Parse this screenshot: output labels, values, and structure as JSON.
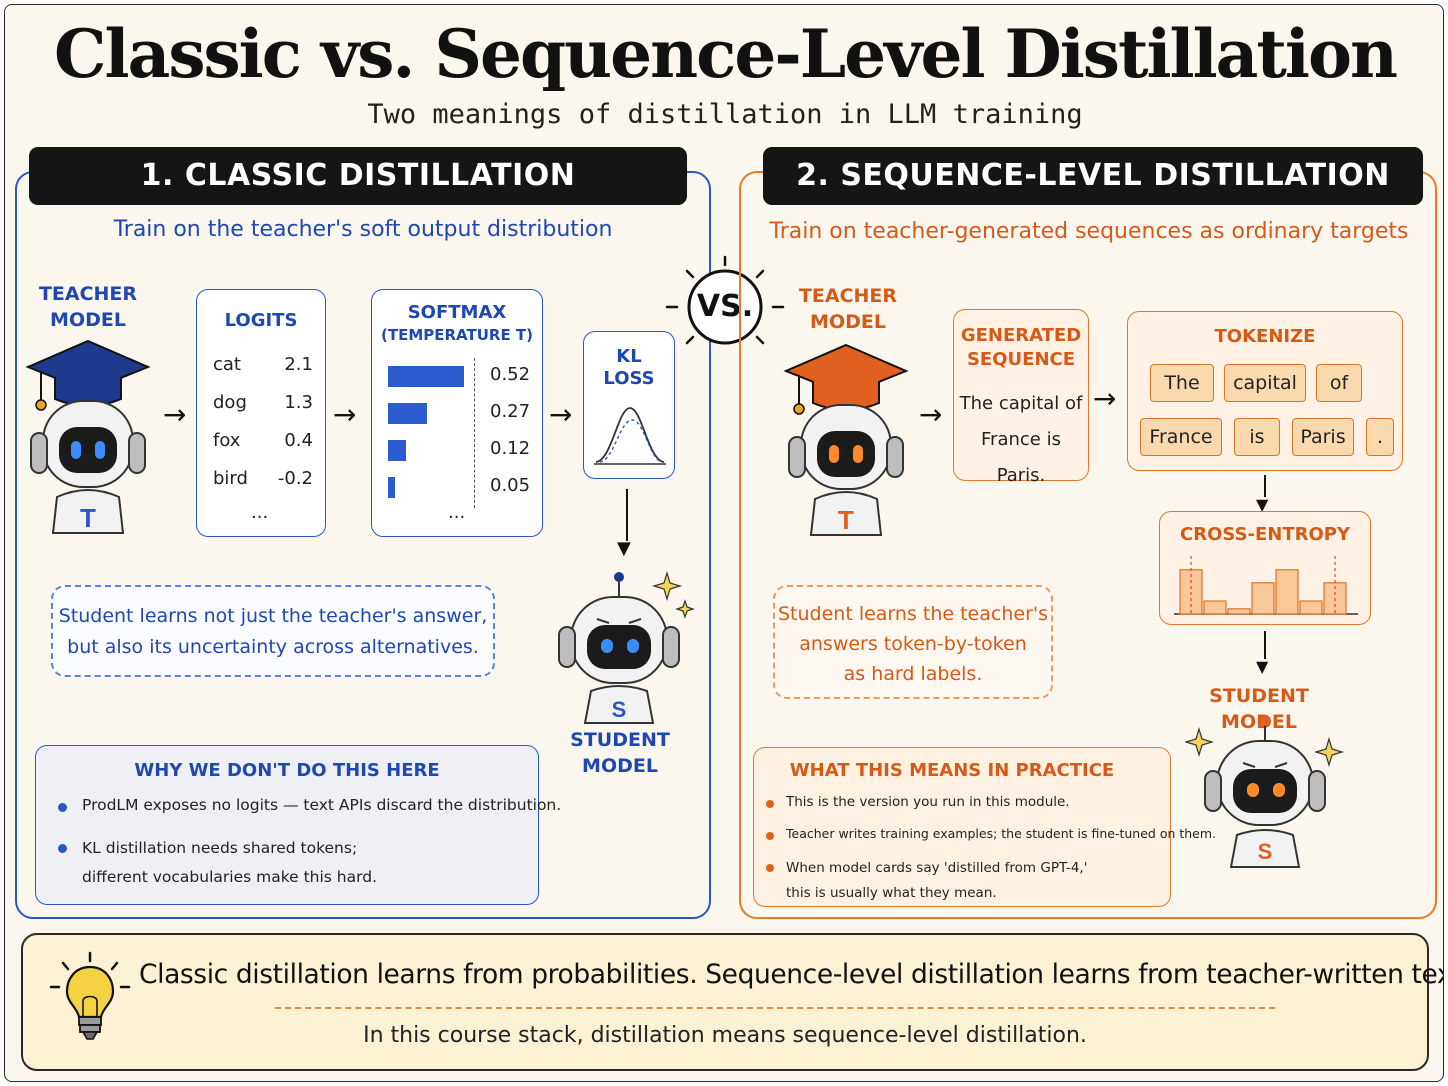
{
  "title": "Classic vs. Sequence-Level Distillation",
  "subtitle": "Two meanings of distillation in LLM training",
  "vs_label": "VS.",
  "colors": {
    "blue": "#2b55c9",
    "orange": "#ea7a2a",
    "dark": "#151515",
    "cream": "#fbf7ee"
  },
  "classic": {
    "banner": "1. CLASSIC DISTILLATION",
    "lead": "Train on the teacher's soft output distribution",
    "teacher_label": [
      "TEACHER",
      "MODEL"
    ],
    "teacher_badge": "T",
    "logits": {
      "header": "LOGITS",
      "rows": [
        {
          "token": "cat",
          "value": "2.1"
        },
        {
          "token": "dog",
          "value": "1.3"
        },
        {
          "token": "fox",
          "value": "0.4"
        },
        {
          "token": "bird",
          "value": "-0.2"
        }
      ],
      "ellipsis": "..."
    },
    "softmax": {
      "header": [
        "SOFTMAX",
        "(TEMPERATURE T)"
      ],
      "probs": [
        {
          "label": "0.52",
          "value": 0.52
        },
        {
          "label": "0.27",
          "value": 0.27
        },
        {
          "label": "0.12",
          "value": 0.12
        },
        {
          "label": "0.05",
          "value": 0.05
        }
      ],
      "ellipsis": "..."
    },
    "kl": {
      "header": [
        "KL",
        "LOSS"
      ]
    },
    "student_label": "STUDENT MODEL",
    "student_badge": "S",
    "note": [
      "Student learns not just the teacher's answer,",
      "but also its uncertainty across alternatives."
    ],
    "why": {
      "header": "WHY WE DON'T DO THIS HERE",
      "items": [
        [
          "ProdLM exposes no logits — text APIs discard the distribution."
        ],
        [
          "KL distillation needs shared tokens;",
          "different vocabularies make this hard."
        ]
      ]
    }
  },
  "sequence": {
    "banner": "2. SEQUENCE-LEVEL DISTILLATION",
    "lead": "Train on teacher-generated sequences as ordinary targets",
    "teacher_label": [
      "TEACHER",
      "MODEL"
    ],
    "teacher_badge": "T",
    "generated": {
      "header": [
        "GENERATED",
        "SEQUENCE"
      ],
      "text": [
        "The capital of",
        "France is Paris."
      ]
    },
    "tokenize": {
      "header": "TOKENIZE",
      "tokens": [
        "The",
        "capital",
        "of",
        "France",
        "is",
        "Paris",
        "."
      ]
    },
    "cross_entropy": {
      "header": "CROSS-ENTROPY",
      "bars": [
        0.85,
        0.25,
        0.1,
        0.6,
        0.85,
        0.25,
        0.6
      ]
    },
    "student_label": "STUDENT MODEL",
    "student_badge": "S",
    "note": [
      "Student learns the teacher's",
      "answers token-by-token",
      "as hard labels."
    ],
    "practice": {
      "header": "WHAT THIS MEANS IN PRACTICE",
      "items": [
        [
          "This is the version you run in this module."
        ],
        [
          "Teacher writes training examples; the student is fine-tuned on them."
        ],
        [
          "When model cards say 'distilled from GPT-4,'",
          "this is usually what they mean."
        ]
      ]
    }
  },
  "takeaway": {
    "main": "Classic distillation learns from probabilities. Sequence-level distillation learns from teacher-written text.",
    "sub": "In this course stack, distillation means sequence-level distillation."
  }
}
